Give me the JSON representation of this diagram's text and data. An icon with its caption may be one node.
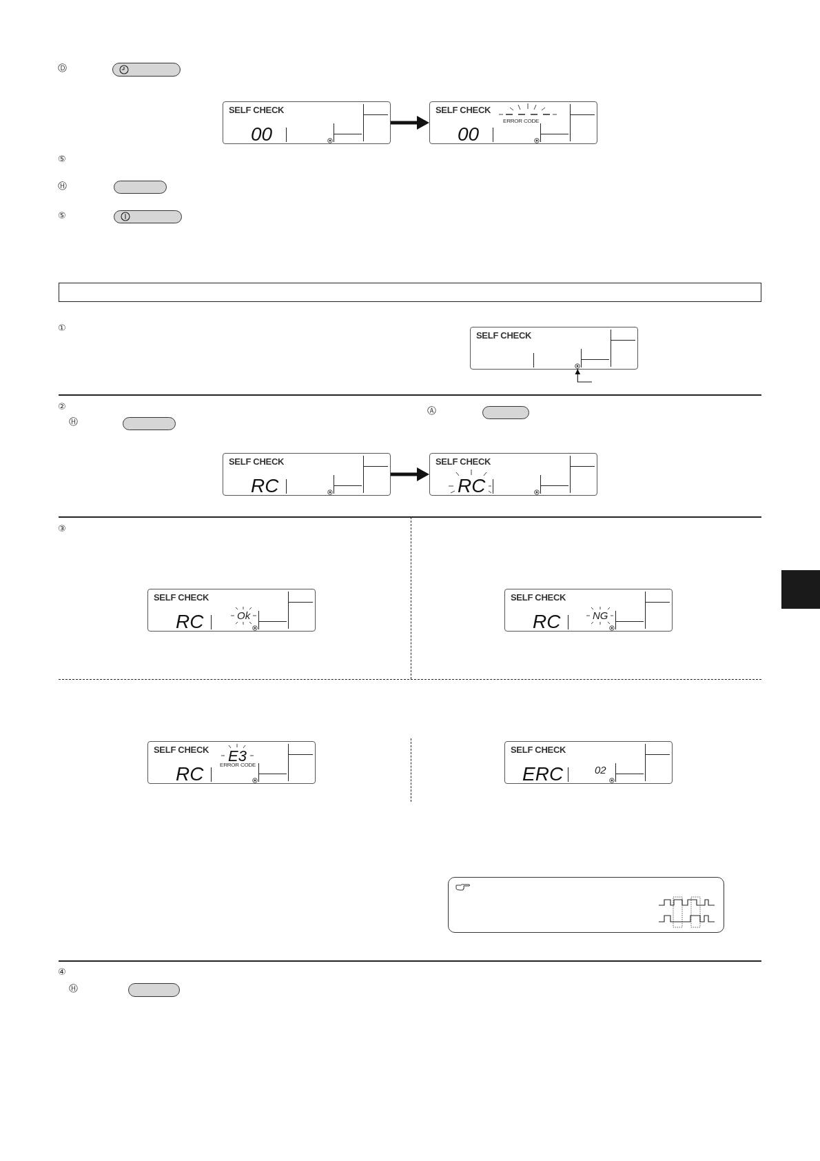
{
  "diagram": {
    "nodes": [
      {
        "text": [
          "SELF CHECK",
          "00"
        ]
      },
      {
        "text": [
          "SELF CHECK",
          "ERROR CODE",
          "00"
        ]
      },
      {
        "text": [],
        "shape": "bar"
      },
      {
        "text": [
          "SELF CHECK"
        ]
      },
      {
        "text": [],
        "shape": "circle",
        "in": 3
      },
      {
        "text": [
          "SELF CHECK",
          "RC"
        ]
      },
      {
        "text": [
          "SELF CHECK",
          "RC"
        ]
      },
      {
        "text": [
          "SELF CHECK",
          "RC",
          "Ok"
        ]
      },
      {
        "text": [
          "SELF CHECK",
          "RC",
          "NG"
        ]
      },
      {
        "text": [
          "SELF CHECK",
          "E3",
          "ERROR CODE",
          "RC"
        ]
      },
      {
        "text": [
          "SELF CHECK",
          "ERC",
          "02"
        ]
      }
    ],
    "edges": [
      {
        "from": 0,
        "to": 1,
        "arrow": "to"
      },
      {
        "from": null,
        "to": 4,
        "arrow": "to"
      },
      {
        "from": 5,
        "to": 6,
        "arrow": "to"
      }
    ],
    "labels": [
      "Ⓓ",
      "⑤",
      "Ⓗ",
      "⑤",
      "①",
      "②",
      "Ⓐ",
      "Ⓗ",
      "③",
      "④",
      "Ⓗ"
    ]
  }
}
